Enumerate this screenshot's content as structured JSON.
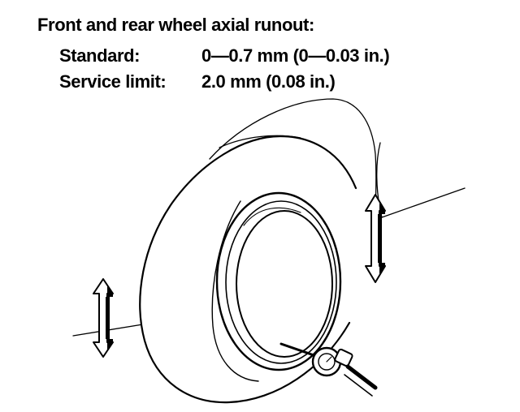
{
  "spec": {
    "title": "Front and rear wheel axial runout:",
    "rows": [
      {
        "label": "Standard:",
        "value": "0—0.7 mm (0—0.03 in.)"
      },
      {
        "label": "Service limit:",
        "value": "2.0 mm (0.08 in.)"
      }
    ]
  },
  "illustration": {
    "subject": "wheel-with-dial-indicator",
    "arrow_icon": "double-headed-arrow-icon",
    "line_color": "#000000",
    "fill_color": "#ffffff"
  }
}
